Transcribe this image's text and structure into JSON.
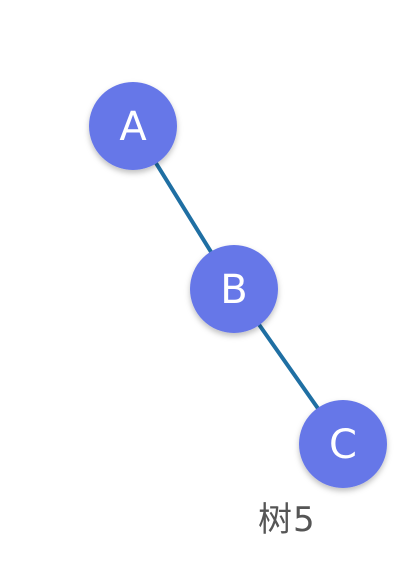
{
  "diagram": {
    "caption": "树5",
    "nodes": [
      {
        "id": "A",
        "label": "A"
      },
      {
        "id": "B",
        "label": "B"
      },
      {
        "id": "C",
        "label": "C"
      }
    ],
    "edges": [
      {
        "from": "A",
        "to": "B"
      },
      {
        "from": "B",
        "to": "C"
      }
    ],
    "colors": {
      "node_fill": "#6677e8",
      "node_text": "#ffffff",
      "edge": "#1f6fa3",
      "caption": "#555555"
    }
  }
}
